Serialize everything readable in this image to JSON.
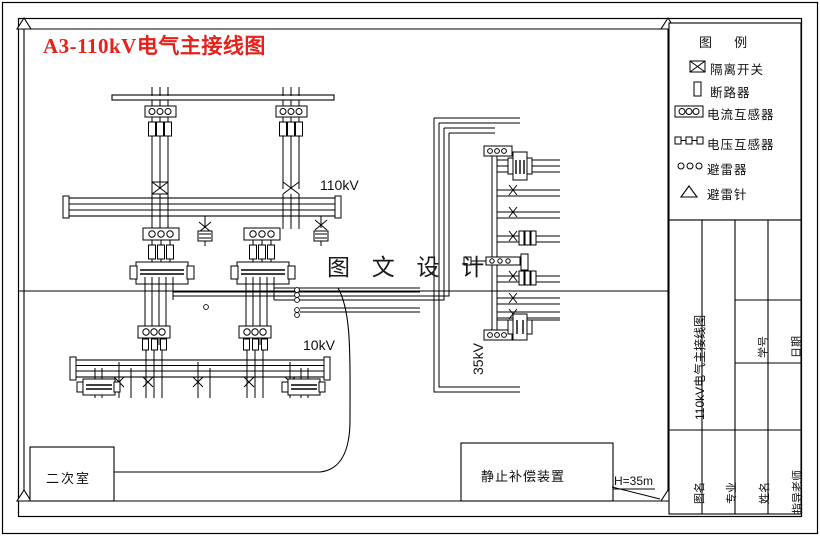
{
  "document": {
    "title": "A3-110kV电气主接线图",
    "watermark": "图 文 设 计"
  },
  "diagram": {
    "voltage_labels": [
      {
        "id": "v110",
        "text": "110kV"
      },
      {
        "id": "v10",
        "text": "10kV"
      },
      {
        "id": "v35",
        "text": "35kV"
      }
    ],
    "rooms": [
      {
        "id": "secondary-room",
        "text": "二次室"
      },
      {
        "id": "static-compensator",
        "text": "静止补偿装置"
      }
    ],
    "height_note": "H=35m"
  },
  "legend": {
    "heading": "图  例",
    "items": [
      {
        "symbol": "isolating-switch",
        "label": "隔离开关"
      },
      {
        "symbol": "circuit-breaker",
        "label": "断路器"
      },
      {
        "symbol": "current-transformer",
        "label": "电流互感器"
      },
      {
        "symbol": "voltage-transformer",
        "label": "电压互感器"
      },
      {
        "symbol": "surge-arrester",
        "label": "避雷器"
      },
      {
        "symbol": "lightning-rod",
        "label": "避雷针"
      }
    ]
  },
  "title_block": {
    "drawing_name_value": "110kV电气主接线图",
    "fields": [
      {
        "key": "drawing-name",
        "label": "图名"
      },
      {
        "key": "major",
        "label": "专业"
      },
      {
        "key": "student-name",
        "label": "姓名"
      },
      {
        "key": "advisor",
        "label": "指导老师"
      },
      {
        "key": "student-id",
        "label": "学号"
      },
      {
        "key": "date",
        "label": "日期"
      }
    ]
  },
  "colors": {
    "title_red": "#e8201a",
    "line": "#000000",
    "paper": "#ffffff"
  }
}
